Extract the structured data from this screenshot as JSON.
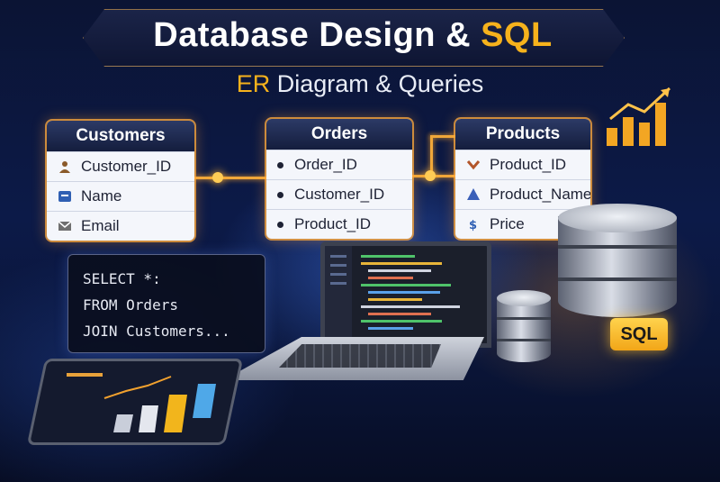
{
  "title": {
    "main": "Database Design &",
    "accent": "SQL"
  },
  "subtitle": {
    "accent": "ER",
    "rest": "Diagram & Queries"
  },
  "entities": [
    {
      "name": "Customers",
      "fields": [
        "Customer_ID",
        "Name",
        "Email"
      ]
    },
    {
      "name": "Orders",
      "fields": [
        "Order_ID",
        "Customer_ID",
        "Product_ID"
      ]
    },
    {
      "name": "Products",
      "fields": [
        "Product_ID",
        "Product_Name",
        "Price"
      ]
    }
  ],
  "sql_query": {
    "line1": "SELECT *:",
    "line2": "FROM Orders",
    "line3": "JOIN Customers..."
  },
  "sql_badge": "SQL",
  "icons": {
    "customer_id": "person-icon",
    "name": "id-card-icon",
    "email": "envelope-icon",
    "product_id": "chevron-icon",
    "product_name": "tag-icon",
    "price": "dollar-icon"
  },
  "colors": {
    "accent": "#f6b21c",
    "connector": "#f0a73a",
    "background": "#0c1a48"
  }
}
